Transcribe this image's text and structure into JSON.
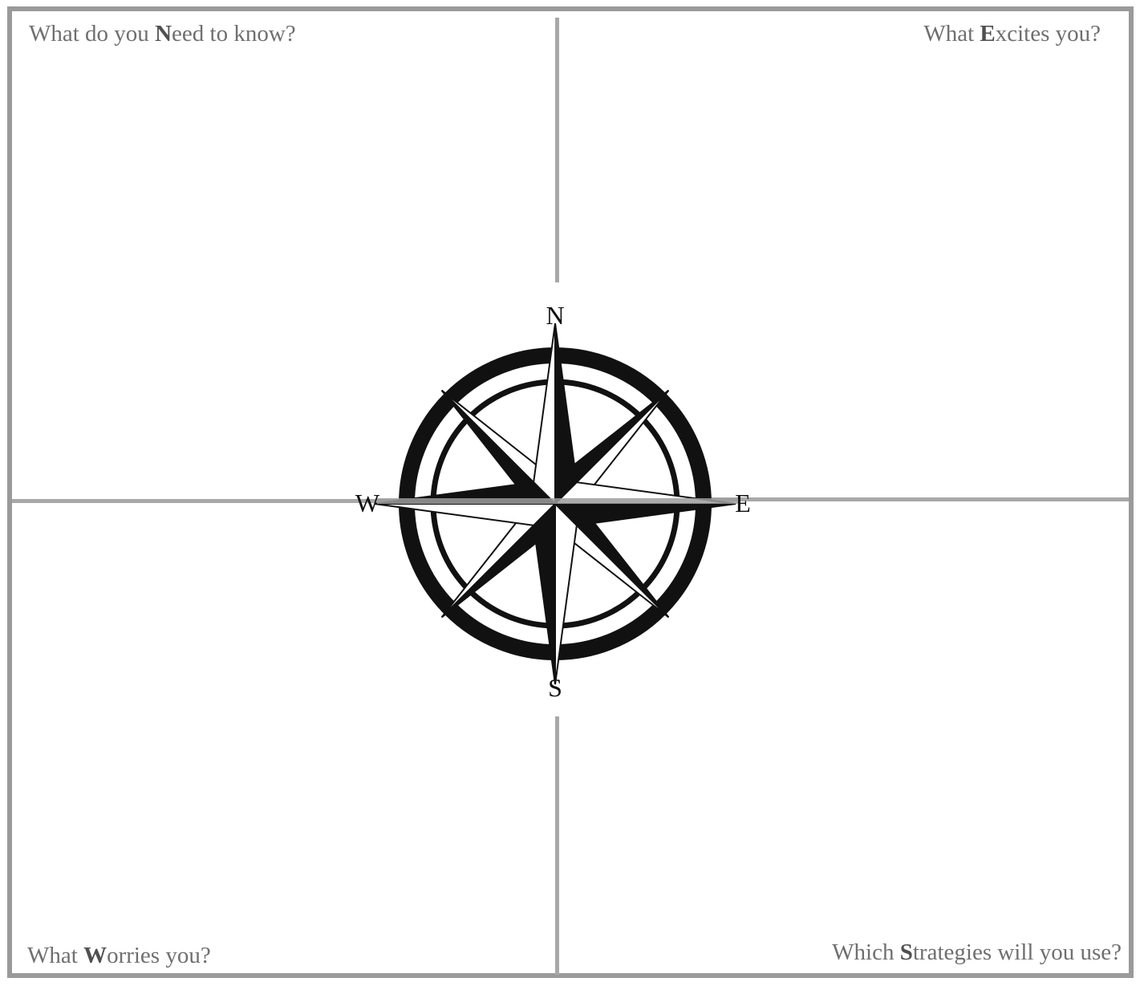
{
  "quadrants": {
    "needs": {
      "prefix": "What do you ",
      "key": "N",
      "rest": "eed to know?"
    },
    "excites": {
      "prefix": "What ",
      "key": "E",
      "rest": "xcites you?"
    },
    "worries": {
      "prefix": "What ",
      "key": "W",
      "rest": "orries you?"
    },
    "strategies": {
      "prefix": "Which ",
      "key": "S",
      "rest": "trategies will you use?"
    }
  },
  "compass": {
    "north": "N",
    "east": "E",
    "south": "S",
    "west": "W",
    "icon": "compass-rose-icon"
  },
  "colors": {
    "frame": "#9a9a9a",
    "divider": "#a8a8a8",
    "label": "#6f6f6f",
    "ink": "#111111"
  }
}
